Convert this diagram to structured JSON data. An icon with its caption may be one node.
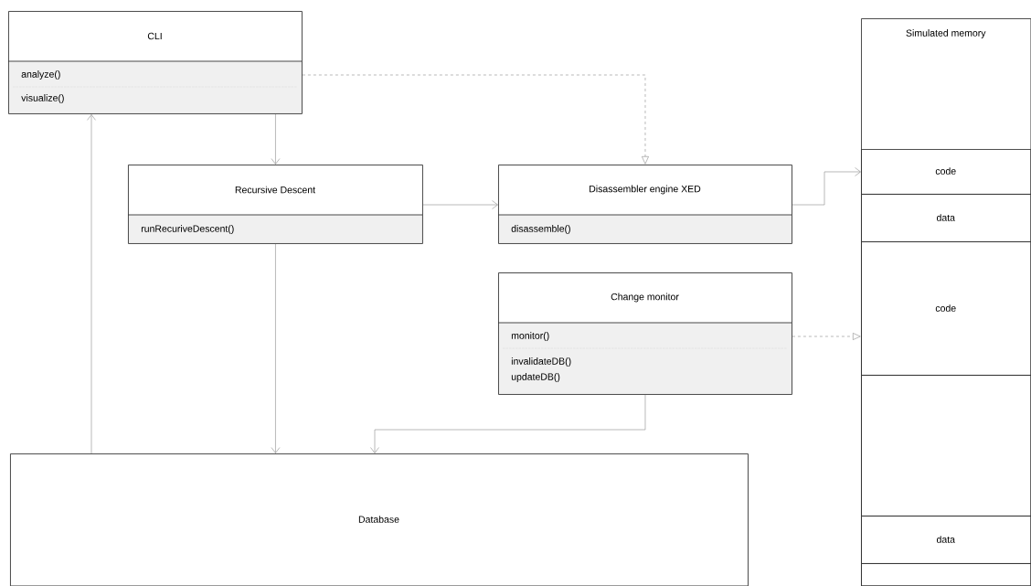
{
  "diagram": {
    "nodes": [
      {
        "text": [
          "CLI",
          "analyze()",
          "visualize()"
        ]
      },
      {
        "text": [
          "Recursive Descent",
          "runRecuriveDescent()"
        ]
      },
      {
        "text": [
          "Disassembler engine XED",
          "disassemble()"
        ]
      },
      {
        "text": [
          "Change monitor",
          "monitor()",
          "invalidateDB()",
          "updateDB()"
        ]
      },
      {
        "text": [
          "Database"
        ]
      },
      {
        "text": [
          "Simulated memory"
        ]
      },
      {
        "text": [
          "code"
        ],
        "in": 5
      },
      {
        "text": [
          "data"
        ],
        "in": 5
      },
      {
        "text": [
          "code"
        ],
        "in": 5
      },
      {
        "text": [],
        "shape": "box",
        "in": 5
      },
      {
        "text": [
          "data"
        ],
        "in": 5
      },
      {
        "text": [],
        "shape": "box",
        "in": 5
      }
    ],
    "edges": [
      {
        "from": 0,
        "to": 1,
        "arrow": "to"
      },
      {
        "from": 0,
        "to": 2,
        "arrow": "to",
        "style": "dashed"
      },
      {
        "from": 1,
        "to": 2,
        "arrow": "to"
      },
      {
        "from": 2,
        "to": 6,
        "arrow": "to"
      },
      {
        "from": 3,
        "to": 8,
        "arrow": "to",
        "style": "dashed"
      },
      {
        "from": 1,
        "to": 4,
        "arrow": "to"
      },
      {
        "from": 3,
        "to": 4,
        "arrow": "to"
      },
      {
        "from": 4,
        "to": 0,
        "arrow": "to"
      }
    ]
  }
}
